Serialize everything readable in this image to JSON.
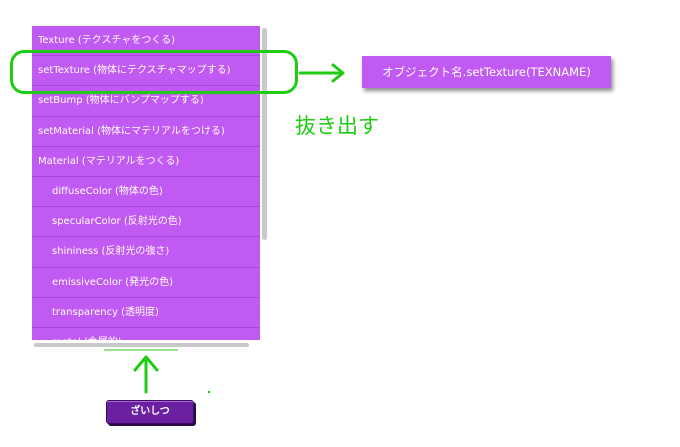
{
  "list": {
    "items": [
      {
        "label": "Texture (テクスチャをつくる)",
        "level": 0
      },
      {
        "label": "setTexture (物体にテクスチャマップする)",
        "level": 0
      },
      {
        "label": "setBump (物体にバンプマップする)",
        "level": 0
      },
      {
        "label": "setMaterial (物体にマテリアルをつける)",
        "level": 0
      },
      {
        "label": "Material (マテリアルをつくる)",
        "level": 0
      },
      {
        "label": "diffuseColor (物体の色)",
        "level": 1
      },
      {
        "label": "specularColor (反射光の色)",
        "level": 1
      },
      {
        "label": "shininess (反射光の強さ)",
        "level": 1
      },
      {
        "label": "emissiveColor (発光の色)",
        "level": 1
      },
      {
        "label": "transparency (透明度)",
        "level": 1
      },
      {
        "label": "metal (金属的)",
        "level": 1
      }
    ]
  },
  "method_box": {
    "label": "オブジェクト名.setTexture(TEXNAME)"
  },
  "extract_label": "抜き出す",
  "back_button": {
    "label": "ざいしつ"
  },
  "colors": {
    "panel": "#c15af2",
    "accent_green": "#1fcc14",
    "button": "#6a20a0"
  }
}
